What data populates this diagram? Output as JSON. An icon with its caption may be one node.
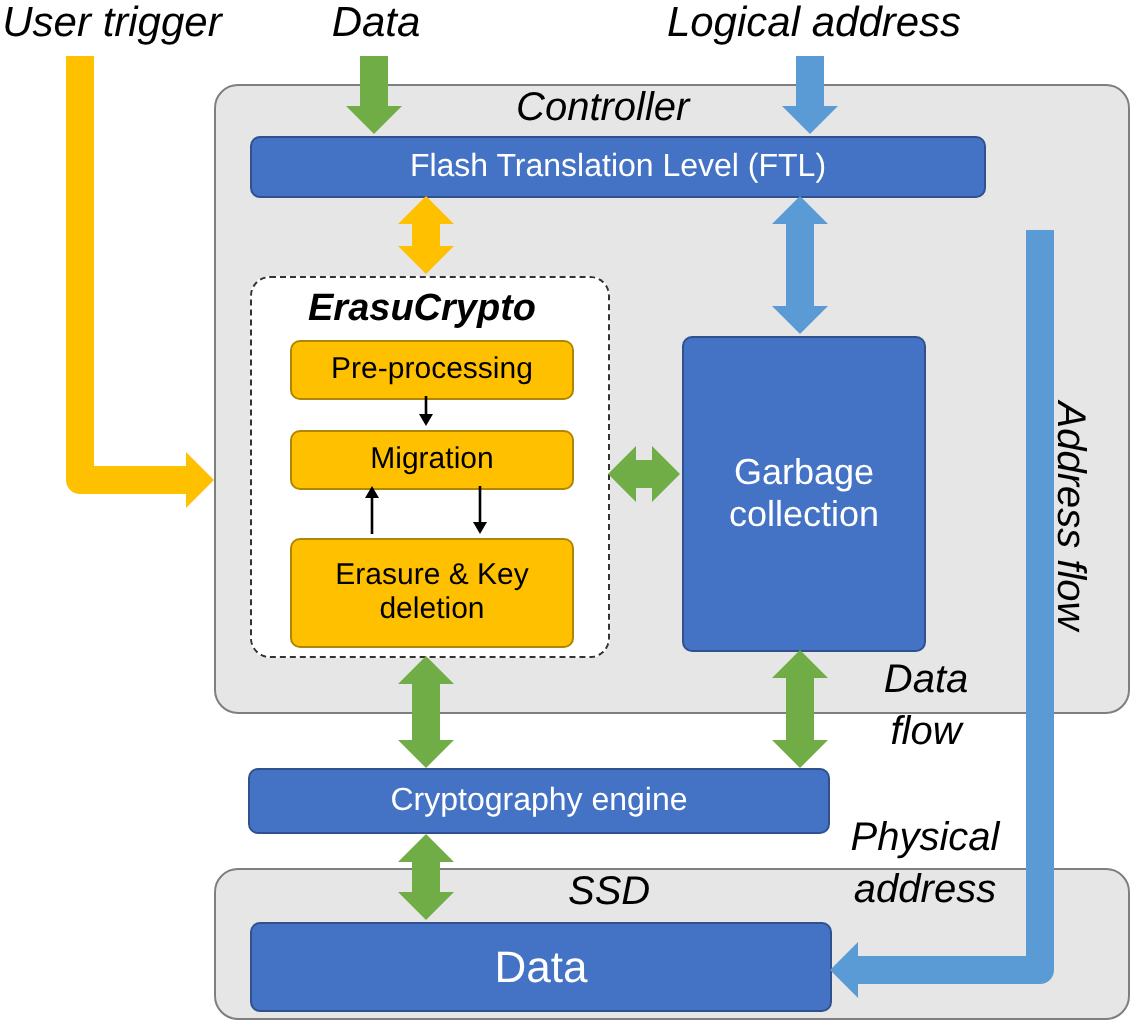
{
  "diagram": {
    "nodes": [
      {
        "text": [
          "Controller"
        ]
      },
      {
        "text": [
          "Flash Translation Level (FTL)"
        ],
        "in": 0
      },
      {
        "text": [
          "ErasuCrypto"
        ],
        "in": 0
      },
      {
        "text": [
          "Pre-processing"
        ],
        "in": 2
      },
      {
        "text": [
          "Migration"
        ],
        "in": 2
      },
      {
        "text": [
          "Erasure & Key deletion"
        ],
        "in": 2
      },
      {
        "text": [
          "Garbage collection"
        ],
        "in": 0
      },
      {
        "text": [
          "Cryptography engine"
        ]
      },
      {
        "text": [
          "SSD"
        ]
      },
      {
        "text": [
          "Data"
        ],
        "in": 8
      },
      {
        "text": [
          "User trigger"
        ]
      },
      {
        "text": [
          "Data"
        ]
      },
      {
        "text": [
          "Logical address"
        ]
      }
    ],
    "edges": [
      {
        "from": 10,
        "to": 0,
        "arrow": "to",
        "color": "#ffc000"
      },
      {
        "from": 11,
        "to": 1,
        "arrow": "to",
        "color": "#70ad47"
      },
      {
        "from": 12,
        "to": 1,
        "arrow": "to",
        "color": "#5b9bd5"
      },
      {
        "from": 1,
        "to": 2,
        "arrow": "both",
        "color": "#ffc000"
      },
      {
        "from": 1,
        "to": 6,
        "arrow": "both",
        "color": "#5b9bd5"
      },
      {
        "from": 3,
        "to": 4,
        "arrow": "to",
        "color": "#000000"
      },
      {
        "from": 4,
        "to": 5,
        "arrow": "to",
        "color": "#000000"
      },
      {
        "from": 5,
        "to": 4,
        "arrow": "to",
        "color": "#000000"
      },
      {
        "from": 2,
        "to": 6,
        "arrow": "both",
        "color": "#70ad47"
      },
      {
        "from": 2,
        "to": 7,
        "arrow": "both",
        "color": "#70ad47"
      },
      {
        "from": 6,
        "to": 7,
        "arrow": "both",
        "color": "#70ad47"
      },
      {
        "from": 7,
        "to": 9,
        "arrow": "both",
        "color": "#70ad47"
      },
      {
        "from": null,
        "to": 9,
        "arrow": "to",
        "color": "#5b9bd5"
      }
    ],
    "labels": [
      "Address flow",
      "Data flow",
      "Physical address"
    ]
  }
}
